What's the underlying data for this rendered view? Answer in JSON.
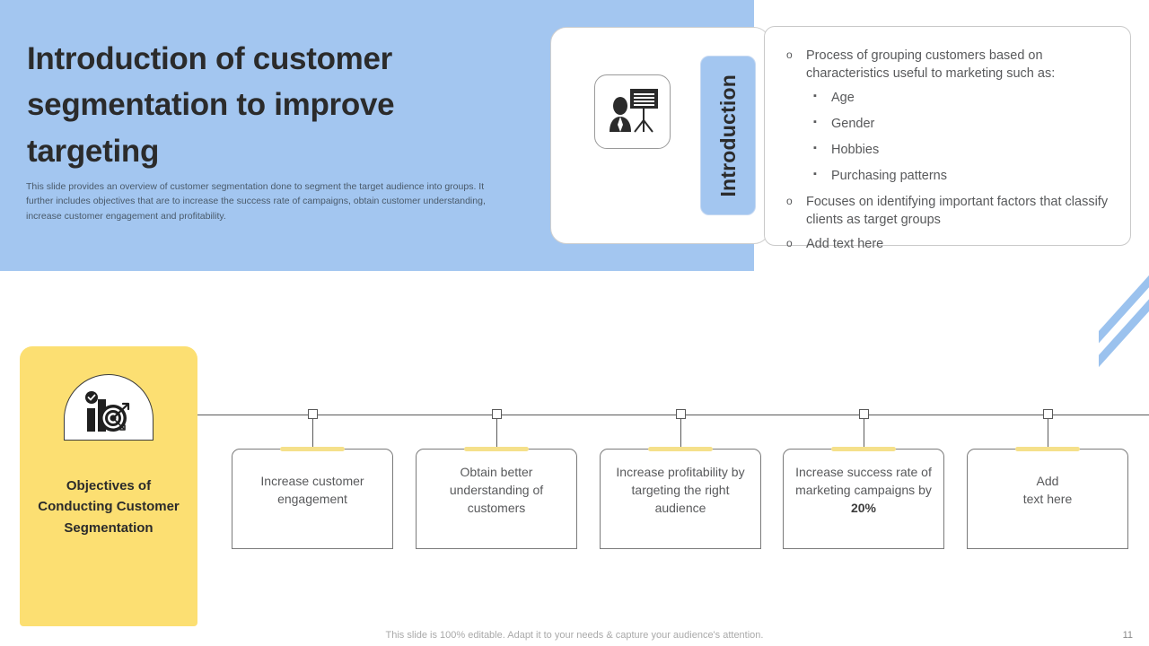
{
  "slide": {
    "title": "Introduction of customer segmentation to improve targeting",
    "subtitle": "This slide provides an overview of customer segmentation done to segment the target audience into groups. It further includes objectives that are to increase the success rate of campaigns, obtain customer understanding, increase customer engagement and profitability.",
    "footer_note": "This slide is 100% editable. Adapt it to your needs & capture your audience's attention.",
    "page_number": "11"
  },
  "intro": {
    "tab_label": "Introduction",
    "icon": "presenter-board-icon"
  },
  "bullets": [
    {
      "marker": "o",
      "level": 1,
      "text": "Process of grouping customers based on characteristics useful to marketing such as:"
    },
    {
      "marker": "▪",
      "level": 2,
      "text": "Age"
    },
    {
      "marker": "▪",
      "level": 2,
      "text": "Gender"
    },
    {
      "marker": "▪",
      "level": 2,
      "text": "Hobbies"
    },
    {
      "marker": "▪",
      "level": 2,
      "text": "Purchasing patterns"
    },
    {
      "marker": "o",
      "level": 1,
      "text": "Focuses on identifying important factors that classify clients as target groups"
    },
    {
      "marker": "o",
      "level": 1,
      "text": "Add text here"
    }
  ],
  "objectives_panel": {
    "title": "Objectives of Conducting Customer Segmentation",
    "icon": "bar-chart-target-icon"
  },
  "objectives": [
    {
      "text": "Increase customer engagement",
      "highlight": ""
    },
    {
      "text": "Obtain better understanding of customers",
      "highlight": ""
    },
    {
      "text": "Increase profitability by targeting the right audience",
      "highlight": ""
    },
    {
      "text": "Increase success rate of marketing campaigns by ",
      "highlight": "20%"
    },
    {
      "text": "Add\ntext here",
      "highlight": ""
    }
  ],
  "colors": {
    "panel_blue": "#A3C6F0",
    "accent_yellow": "#FCDF72",
    "card_accent": "#F5E08A",
    "text_dark": "#2b2b2b",
    "text_gray": "#58595b"
  }
}
